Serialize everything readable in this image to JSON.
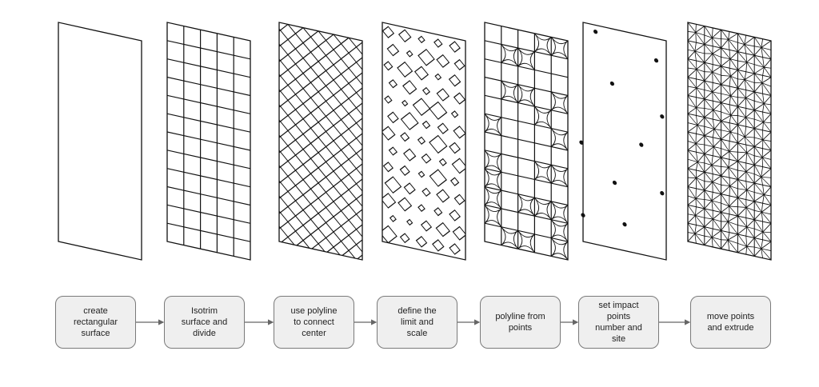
{
  "steps": [
    {
      "label": "create\nrectangular\nsurface"
    },
    {
      "label": "Isotrim\nsurface and\ndivide"
    },
    {
      "label": "use polyline\nto connect\ncenter"
    },
    {
      "label": "define the\nlimit and\nscale"
    },
    {
      "label": "polyline from\npoints"
    },
    {
      "label": "set impact\npoints\nnumber and\nsite"
    },
    {
      "label": "move points\nand extrude"
    }
  ],
  "colors": {
    "box_fill": "#efefef",
    "box_border": "#7a7a7a",
    "arrow": "#666666",
    "line": "#111111"
  }
}
